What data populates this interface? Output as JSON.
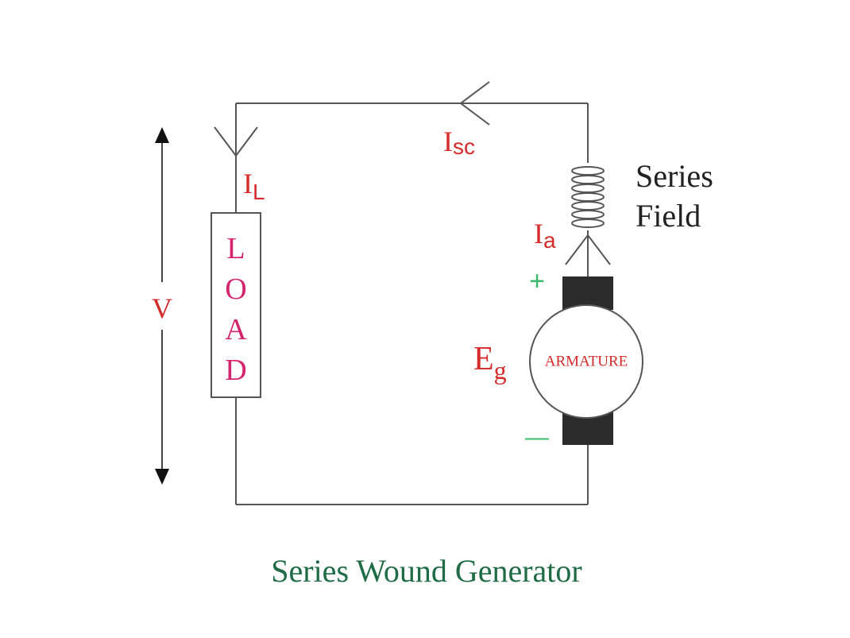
{
  "diagram": {
    "title": "Series Wound Generator",
    "load": {
      "letters": [
        "L",
        "O",
        "A",
        "D"
      ]
    },
    "armature_label": "ARMATURE",
    "field_label": {
      "line1": "Series",
      "line2": "Field"
    },
    "voltage_label": "V",
    "emf": {
      "main": "E",
      "sub": "g"
    },
    "currents": {
      "load": {
        "main": "I",
        "sub": "L"
      },
      "series": {
        "main": "I",
        "sub": "sc"
      },
      "armature": {
        "main": "I",
        "sub": "a"
      }
    },
    "polarity": {
      "positive": "+",
      "negative": "—"
    },
    "colors": {
      "wire": "#555555",
      "current_label": "#d42a2a",
      "load_text": "#d4246e",
      "title": "#1f6b45",
      "polarity": "#3cb96a",
      "brush": "#2b2b2b"
    }
  }
}
